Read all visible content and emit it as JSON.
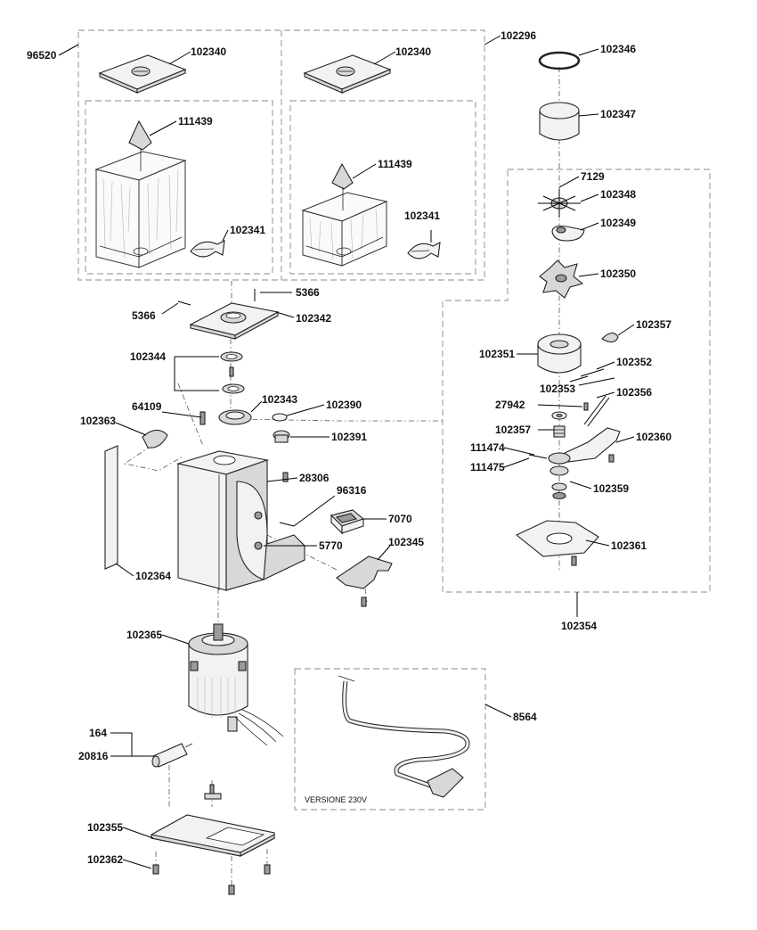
{
  "labels": {
    "p96520": "96520",
    "p102340a": "102340",
    "p102340b": "102340",
    "p102296": "102296",
    "p102346": "102346",
    "p102347": "102347",
    "p111439a": "111439",
    "p111439b": "111439",
    "p7129": "7129",
    "p102348": "102348",
    "p102349": "102349",
    "p102341a": "102341",
    "p102341b": "102341",
    "p102350": "102350",
    "p5366a": "5366",
    "p5366b": "5366",
    "p102342": "102342",
    "p102357a": "102357",
    "p102351": "102351",
    "p102352": "102352",
    "p102344": "102344",
    "p102353": "102353",
    "p102356": "102356",
    "p102343": "102343",
    "p102390": "102390",
    "p27942": "27942",
    "p64109": "64109",
    "p102363": "102363",
    "p102391": "102391",
    "p102357b": "102357",
    "p102360": "102360",
    "p111474": "111474",
    "p111475": "111475",
    "p28306": "28306",
    "p102359": "102359",
    "p96316": "96316",
    "p7070": "7070",
    "p102361": "102361",
    "p5770": "5770",
    "p102345": "102345",
    "p102364": "102364",
    "p102354": "102354",
    "p102365": "102365",
    "p8564": "8564",
    "p164": "164",
    "p20816": "20816",
    "p102355": "102355",
    "p102362": "102362"
  },
  "power_cord_caption": "VERSIONE 230V"
}
